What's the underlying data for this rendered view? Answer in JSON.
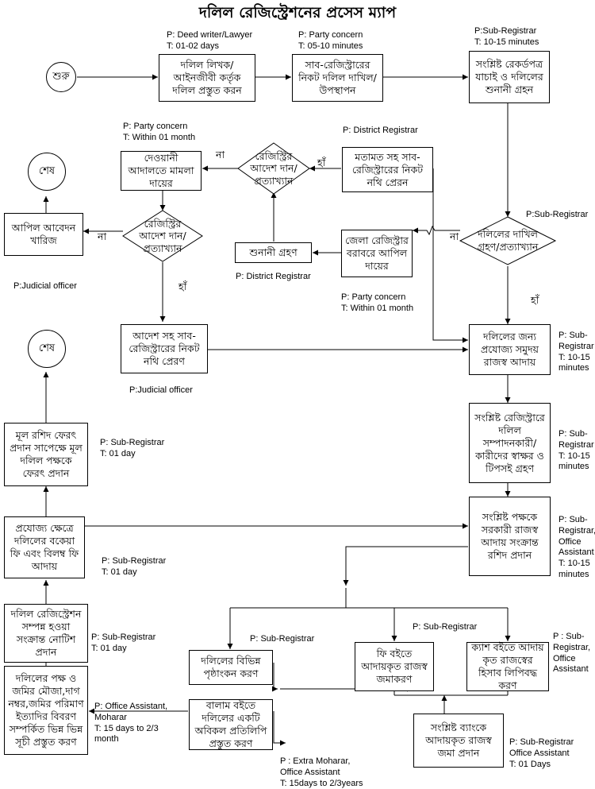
{
  "title": "দলিল রেজিস্ট্রেশনের প্রসেস ম্যাপ",
  "nodes": {
    "start": "শুরু",
    "end1": "শেষ",
    "end2": "শেষ",
    "n1": "দলিল লিখক/ আইনজীবী কর্তৃক দলিল প্রস্তুত করন",
    "n2": "সাব-রেজিস্ট্রারের নিকট দলিল দাখিল/উপস্থাপন",
    "n3": "সংশ্লিষ্ট রেকর্ডপত্র যাচাই ও দলিলের শুনানী গ্রহন",
    "d1": "দলিলের দাখিল গ্রহণ/প্রত্যাখ্যান",
    "n4": "জেলা রেজিস্ট্রার বরাবরে আপিল দায়ের",
    "n5": "শুনানী গ্রহণ",
    "d2": "রেজিস্ট্রির আদেশ দান/ প্রত্যাখ্যান",
    "n6": "মতামত সহ সাব-রেজিস্ট্রারের নিকট নথি প্রেরন",
    "n7": "দেওয়ানী আদালতে মামলা দায়ের",
    "d3": "রেজিস্ট্রির আদেশ দান/ প্রত্যাখ্যান",
    "n8": "আপিল আবেদন খারিজ",
    "n9": "আদেশ সহ সাব-রেজিস্ট্রারের নিকট নথি প্রেরণ",
    "n10": "দলিলের জন্য প্রযোজ্য সমুদয় রাজস্ব আদায়",
    "n11": "সংশ্লিষ্ট রেজিস্ট্রারে দলিল সম্পাদনকারী/ কারীদের স্বাক্ষর ও টিপসই গ্রহণ",
    "n12": "সংশ্লিষ্ট পক্ষকে সরকারী রাজস্ব আদায় সংক্রান্ত রশিদ প্রদান",
    "n13": "দলিলের বিভিন্ন পৃষ্ঠাংকন করণ",
    "n14": "ফি বইতে আদায়কৃত রাজস্ব জমাকরণ",
    "n15": "ক্যাশ বইতে আদায় কৃত রাজস্বের হিসাব লিপিবদ্ধ করণ",
    "n16": "সংশ্লিষ্ট ব্যাংকে আদায়কৃত রাজস্ব জমা প্রদান",
    "n17": "বালাম বইতে দলিলের একটি অবিকল প্রতিলিপি প্রস্তুত করণ",
    "n18": "দলিলের পক্ষ ও জমির মৌজা,দাগ নম্বর,জমির পরিমাণ ইত্যাদির বিবরণ সম্পর্কিত ভিন্ন ভিন্ন সূচী প্রস্তুত করণ",
    "n19": "দলিল রেজিস্ট্রেশন সম্পন্ন হওয়া সংক্রান্ত নোটিশ প্রদান",
    "n20": "প্রযোজ্য ক্ষেত্রে দলিলের বকেয়া ফি এবং বিলম্ব ফি আদায়",
    "n21": "মূল রশিদ ফেরৎ প্রদান সাপেক্ষে মূল দলিল পক্ষকে ফেরৎ প্রদান"
  },
  "labels": {
    "na1": "না",
    "ha1": "হাঁ",
    "na2": "না",
    "ha2": "হাঁ",
    "na3": "না",
    "ha3": "হাঁ"
  },
  "notes": {
    "p1": "P: Deed writer/Lawyer\nT: 01-02 days",
    "p2": "P: Party concern\nT: 05-10 minutes",
    "p3": "P:Sub-Registrar\nT: 10-15 minutes",
    "p4": "P: Party concern\nT: Within 01 month",
    "p5": "P: District Registrar",
    "p6": "P:Sub-Registrar",
    "p7": "P: District Registrar",
    "p8": "P:Judicial officer",
    "p9": "P: Party concern\nT: Within 01 month",
    "p10": "P:Judicial officer",
    "p11": "P: Sub-\nRegistrar\nT: 10-15\nminutes",
    "p12": "P: Sub-\nRegistrar\nT: 10-15\nminutes",
    "p13": "P: Sub-\nRegistrar,\nOffice\nAssistant\nT: 10-15\nminutes",
    "p14": "P: Sub-Registrar",
    "p15": "P : Sub-\nRegistrar,\nOffice\nAssistant",
    "p16": "P: Sub-Registrar",
    "p17": "P: Sub-Registrar\nOffice Assistant\nT: 01 Days",
    "p18": "P : Extra Moharar,\nOffice Assistant\nT: 15days to 2/3years",
    "p19": "P: Office Assistant,\nMoharar\nT: 15 days to 2/3\nmonth",
    "p20": "P: Sub-Registrar\nT: 01 day",
    "p21": "P: Sub-Registrar\nT: 01 day",
    "p22": "P: Sub-Registrar\nT: 01 day"
  }
}
